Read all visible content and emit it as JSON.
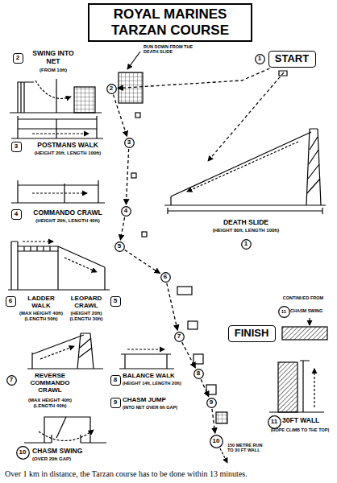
{
  "diagram": {
    "title": "ROYAL MARINES TARZAN COURSE",
    "caption": "Over 1 km in distance, the Tarzan course has to be done within 13 minutes.",
    "nodes": [
      {
        "text": [
          "1"
        ]
      },
      {
        "text": [
          "START"
        ]
      },
      {
        "text": [
          "2"
        ]
      },
      {
        "text": [
          "3"
        ]
      },
      {
        "text": [
          "4"
        ]
      },
      {
        "text": [
          "5"
        ]
      },
      {
        "text": [
          "6"
        ]
      },
      {
        "text": [
          "7"
        ]
      },
      {
        "text": [
          "8"
        ]
      },
      {
        "text": [
          "9"
        ]
      },
      {
        "text": [
          "10"
        ]
      },
      {
        "text": [
          "FINISH"
        ]
      },
      {
        "text": [
          "1"
        ]
      },
      {
        "text": [
          "2"
        ]
      },
      {
        "text": [
          "3"
        ]
      },
      {
        "text": [
          "4"
        ]
      },
      {
        "text": [
          "5"
        ]
      },
      {
        "text": [
          "6"
        ]
      },
      {
        "text": [
          "7"
        ]
      },
      {
        "text": [
          "8"
        ]
      },
      {
        "text": [
          "9"
        ]
      },
      {
        "text": [
          "10"
        ]
      },
      {
        "text": [
          "11"
        ]
      },
      {
        "text": [
          "11"
        ]
      }
    ],
    "edges": [
      {
        "from": 1,
        "to": 2,
        "arrow": "to"
      },
      {
        "from": 2,
        "to": 3,
        "arrow": "to"
      },
      {
        "from": 3,
        "to": 4,
        "arrow": "to"
      },
      {
        "from": 4,
        "to": 5,
        "arrow": "to"
      },
      {
        "from": 5,
        "to": 6,
        "arrow": "to"
      },
      {
        "from": 6,
        "to": 7,
        "arrow": "to"
      },
      {
        "from": 7,
        "to": 8,
        "arrow": "to"
      },
      {
        "from": 8,
        "to": 9,
        "arrow": "to"
      },
      {
        "from": 9,
        "to": 10,
        "arrow": "to"
      }
    ],
    "labels": [
      "SWING INTO NET",
      "(FROM 10ft)",
      "POSTMANS WALK",
      "(HEIGHT 20ft, LENGTH 100ft)",
      "COMMANDO CRAWL",
      "(HEIGHT 20ft, LENGTH 40ft)",
      "LADDER WALK",
      "(MAX HEIGHT 40ft) (LENGTH 50ft)",
      "LEOPARD CRAWL",
      "(HEIGHT 20ft) (LENGTH 30ft)",
      "REVERSE COMMANDO CRAWL",
      "(MAX HEIGHT 40ft) (LENGTH 40ft)",
      "BALANCE WALK",
      "(HEIGHT 14ft, LENGTH 20ft)",
      "CHASM JUMP",
      "(INTO NET OVER 6ft GAP)",
      "CHASM SWING",
      "(OVER 20ft GAP)",
      "DEATH SLIDE",
      "(HEIGHT 80ft, LENGTH 100ft)",
      "30FT WALL",
      "(ROPE CLIMB TO THE TOP)",
      "CONTINUED FROM",
      "CHASM SWING",
      "RUN DOWN FROM THE DEATH SLIDE",
      "150 METRE RUN TO 30 FT WALL"
    ]
  }
}
